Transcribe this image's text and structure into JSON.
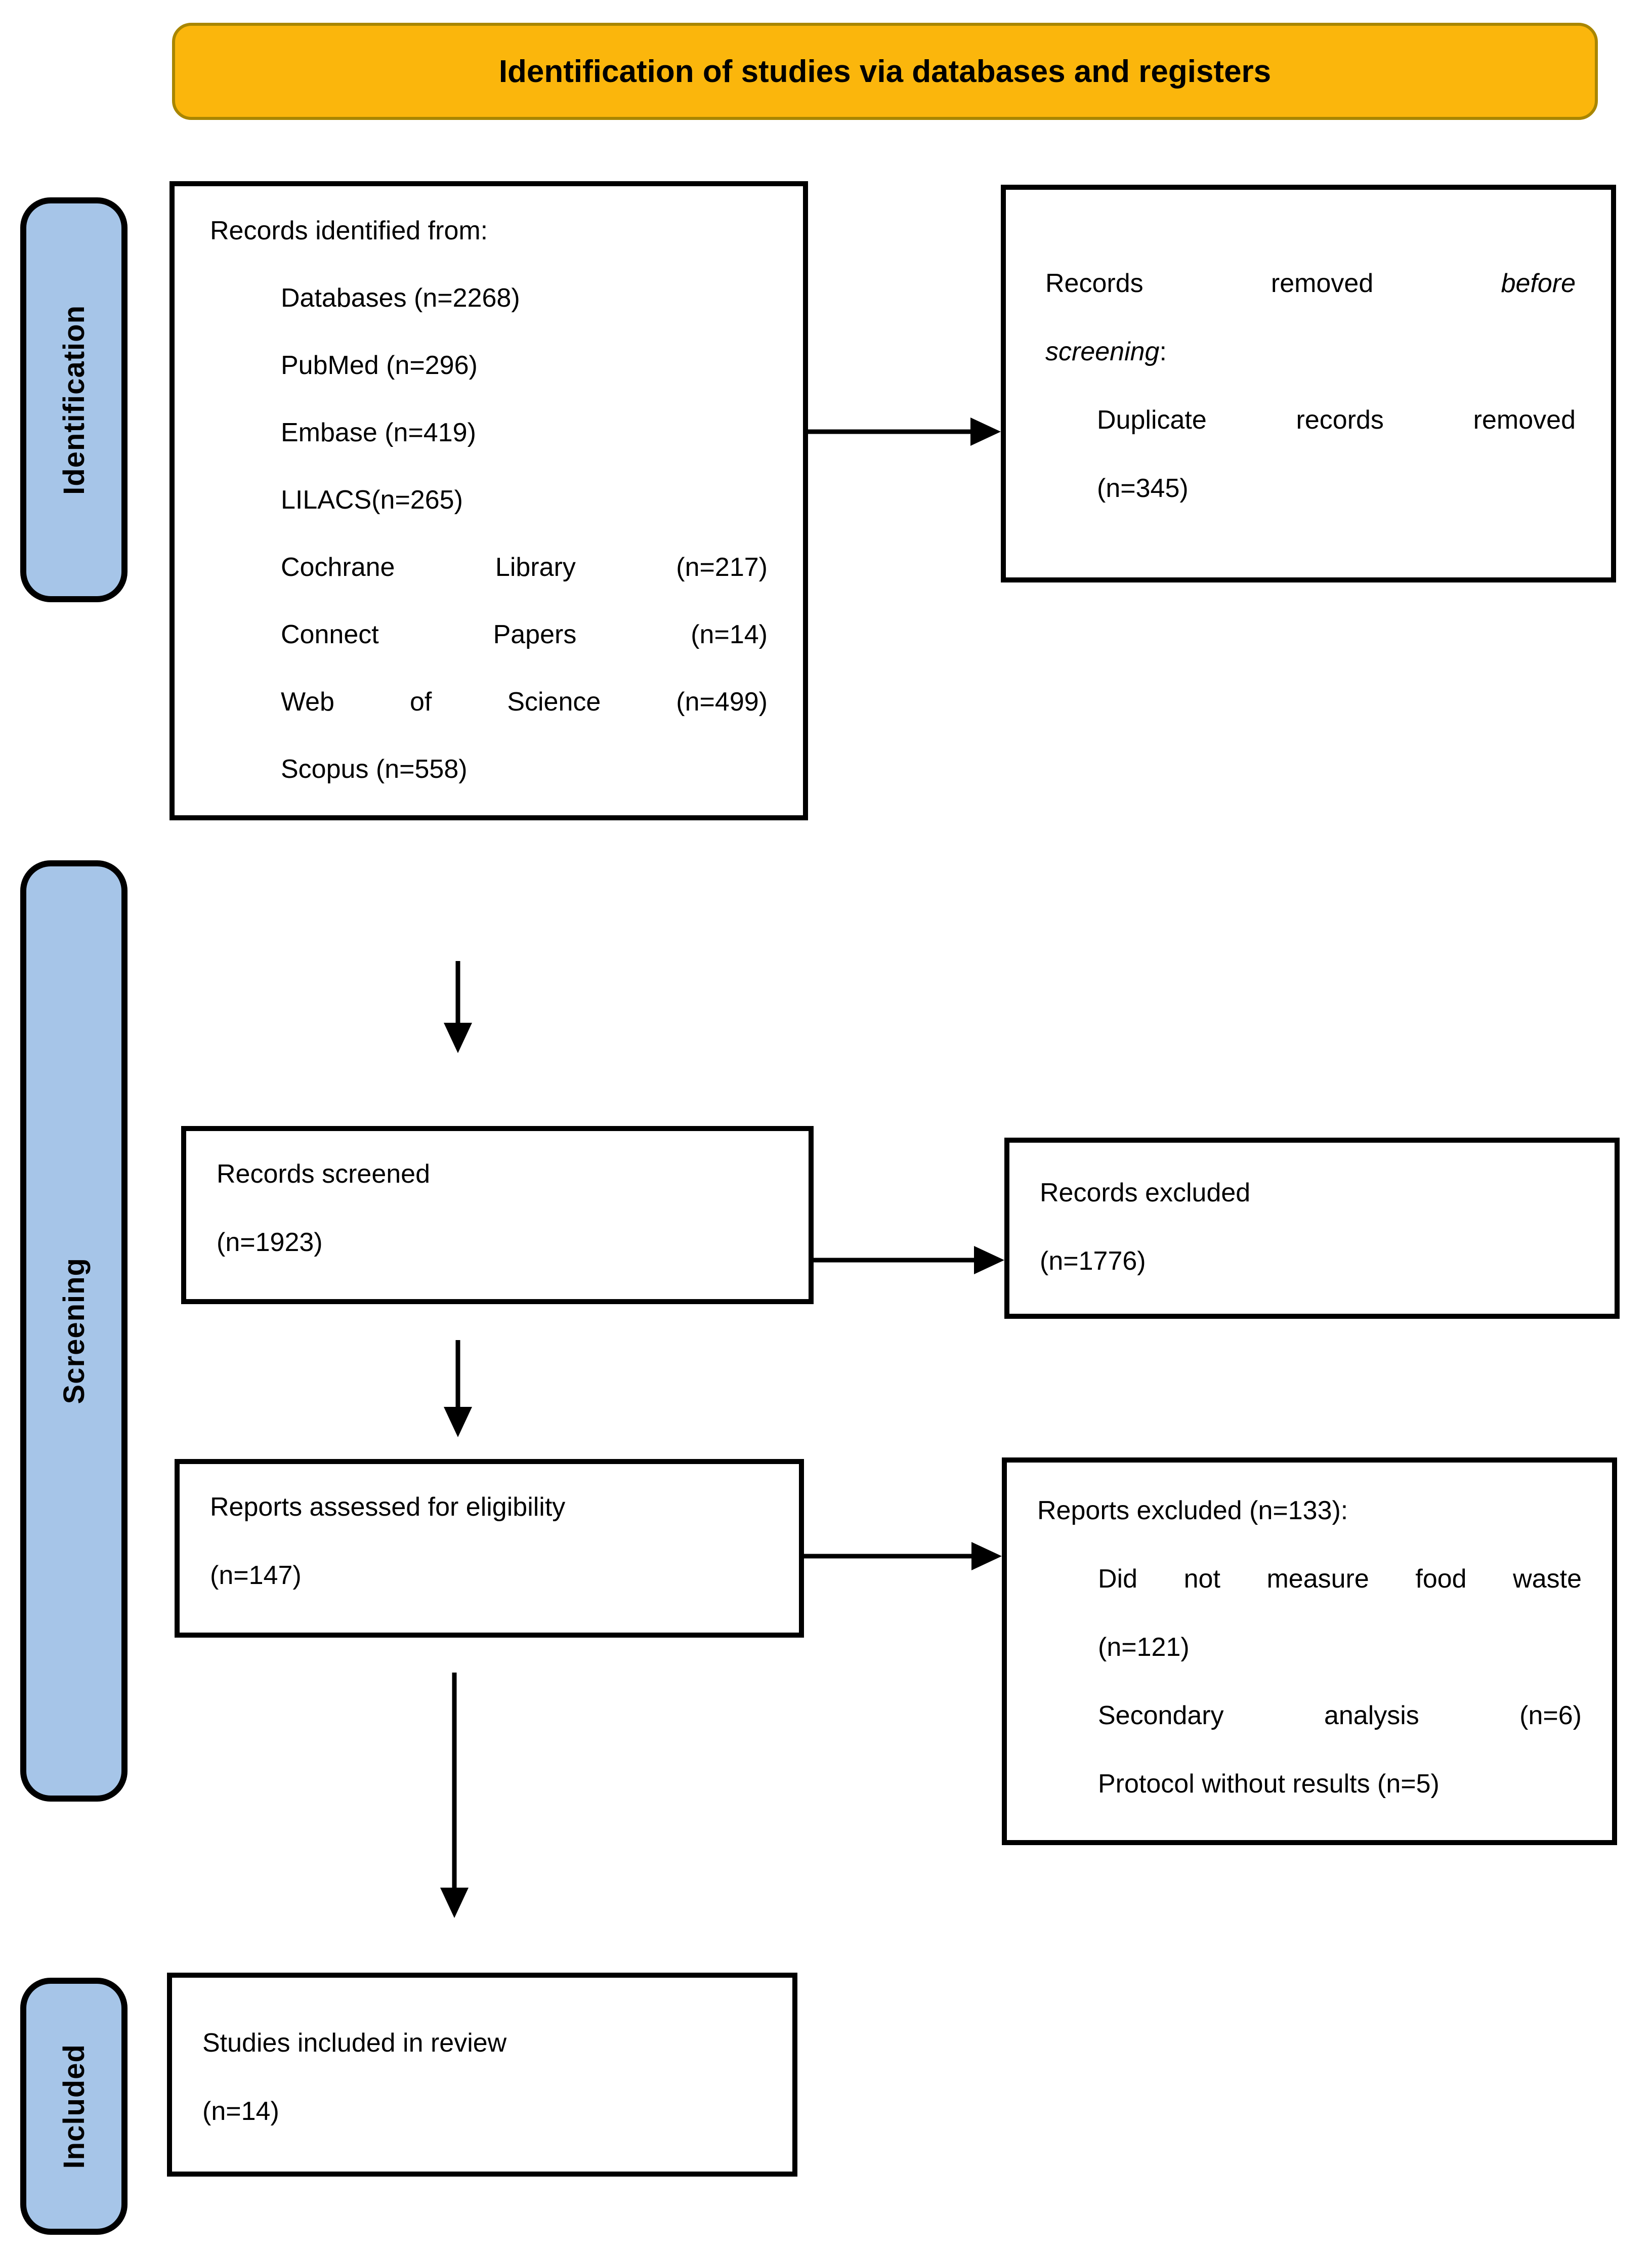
{
  "banner": {
    "title": "Identification of studies via databases and registers"
  },
  "colors": {
    "banner_fill": "#FBB60C",
    "banner_border": "#A98600",
    "stage_fill": "#A6C5E8",
    "box_border": "#000000",
    "arrow": "#000000",
    "text": "#000000"
  },
  "stages": {
    "identification": "Identification",
    "screening": "Screening",
    "included": "Included"
  },
  "boxes": {
    "identified": {
      "title": "Records identified from:",
      "items": [
        "Databases (n=2268)",
        "PubMed (n=296)",
        "Embase (n=419)",
        "LILACS(n=265)",
        "Cochrane Library (n=217)",
        "Connect Papers (n=14)",
        "Web of Science (n=499)",
        "Scopus (n=558)"
      ]
    },
    "removed": {
      "line1_part1": "Records removed",
      "line1_part2": "before",
      "line2_part1": "screening",
      "line2_part2": ":",
      "item1": "Duplicate records removed",
      "item2": "(n=345)"
    },
    "screened": {
      "line1": "Records screened",
      "line2": "(n=1923)"
    },
    "excluded": {
      "line1": "Records excluded",
      "line2": "(n=1776)"
    },
    "assessed": {
      "line1": "Reports assessed for eligibility",
      "line2": "(n=147)"
    },
    "reports_excluded": {
      "title": "Reports excluded (n=133):",
      "item1": "Did not measure food waste",
      "item2": "(n=121)",
      "item3": "Secondary analysis (n=6)",
      "item4": "Protocol without results (n=5)"
    },
    "included_box": {
      "line1": "Studies included in review",
      "line2": "(n=14)"
    }
  }
}
